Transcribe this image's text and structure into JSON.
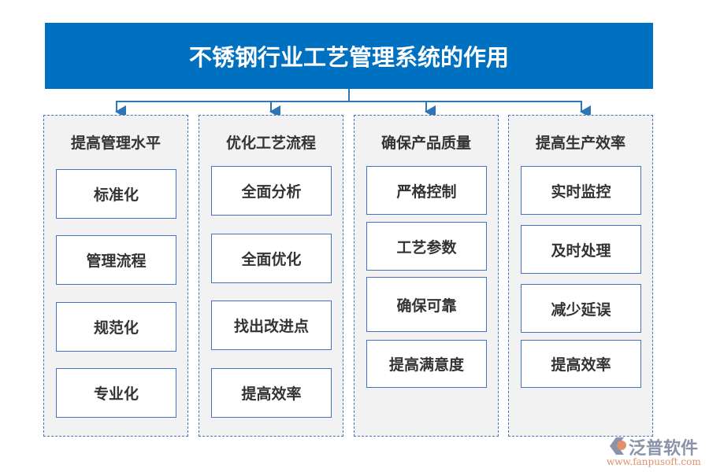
{
  "title": "不锈钢行业工艺管理系统的作用",
  "columns": [
    {
      "heading": "提高管理水平",
      "items": [
        "标准化",
        "管理流程",
        "规范化",
        "专业化"
      ]
    },
    {
      "heading": "优化工艺流程",
      "items": [
        "全面分析",
        "全面优化",
        "找出改进点",
        "提高效率"
      ]
    },
    {
      "heading": "确保产品质量",
      "items": [
        "严格控制",
        "工艺参数",
        "确保可靠",
        "提高满意度"
      ]
    },
    {
      "heading": "提高生产效率",
      "items": [
        "实时监控",
        "及时处理",
        "减少延误",
        "提高效率"
      ]
    }
  ],
  "logo": {
    "name": "泛普软件",
    "url": "www.fanpusoft.com"
  },
  "colors": {
    "title_bg": "#0070c0",
    "border": "#4472c4",
    "panel_bg": "#f2f2f2"
  }
}
